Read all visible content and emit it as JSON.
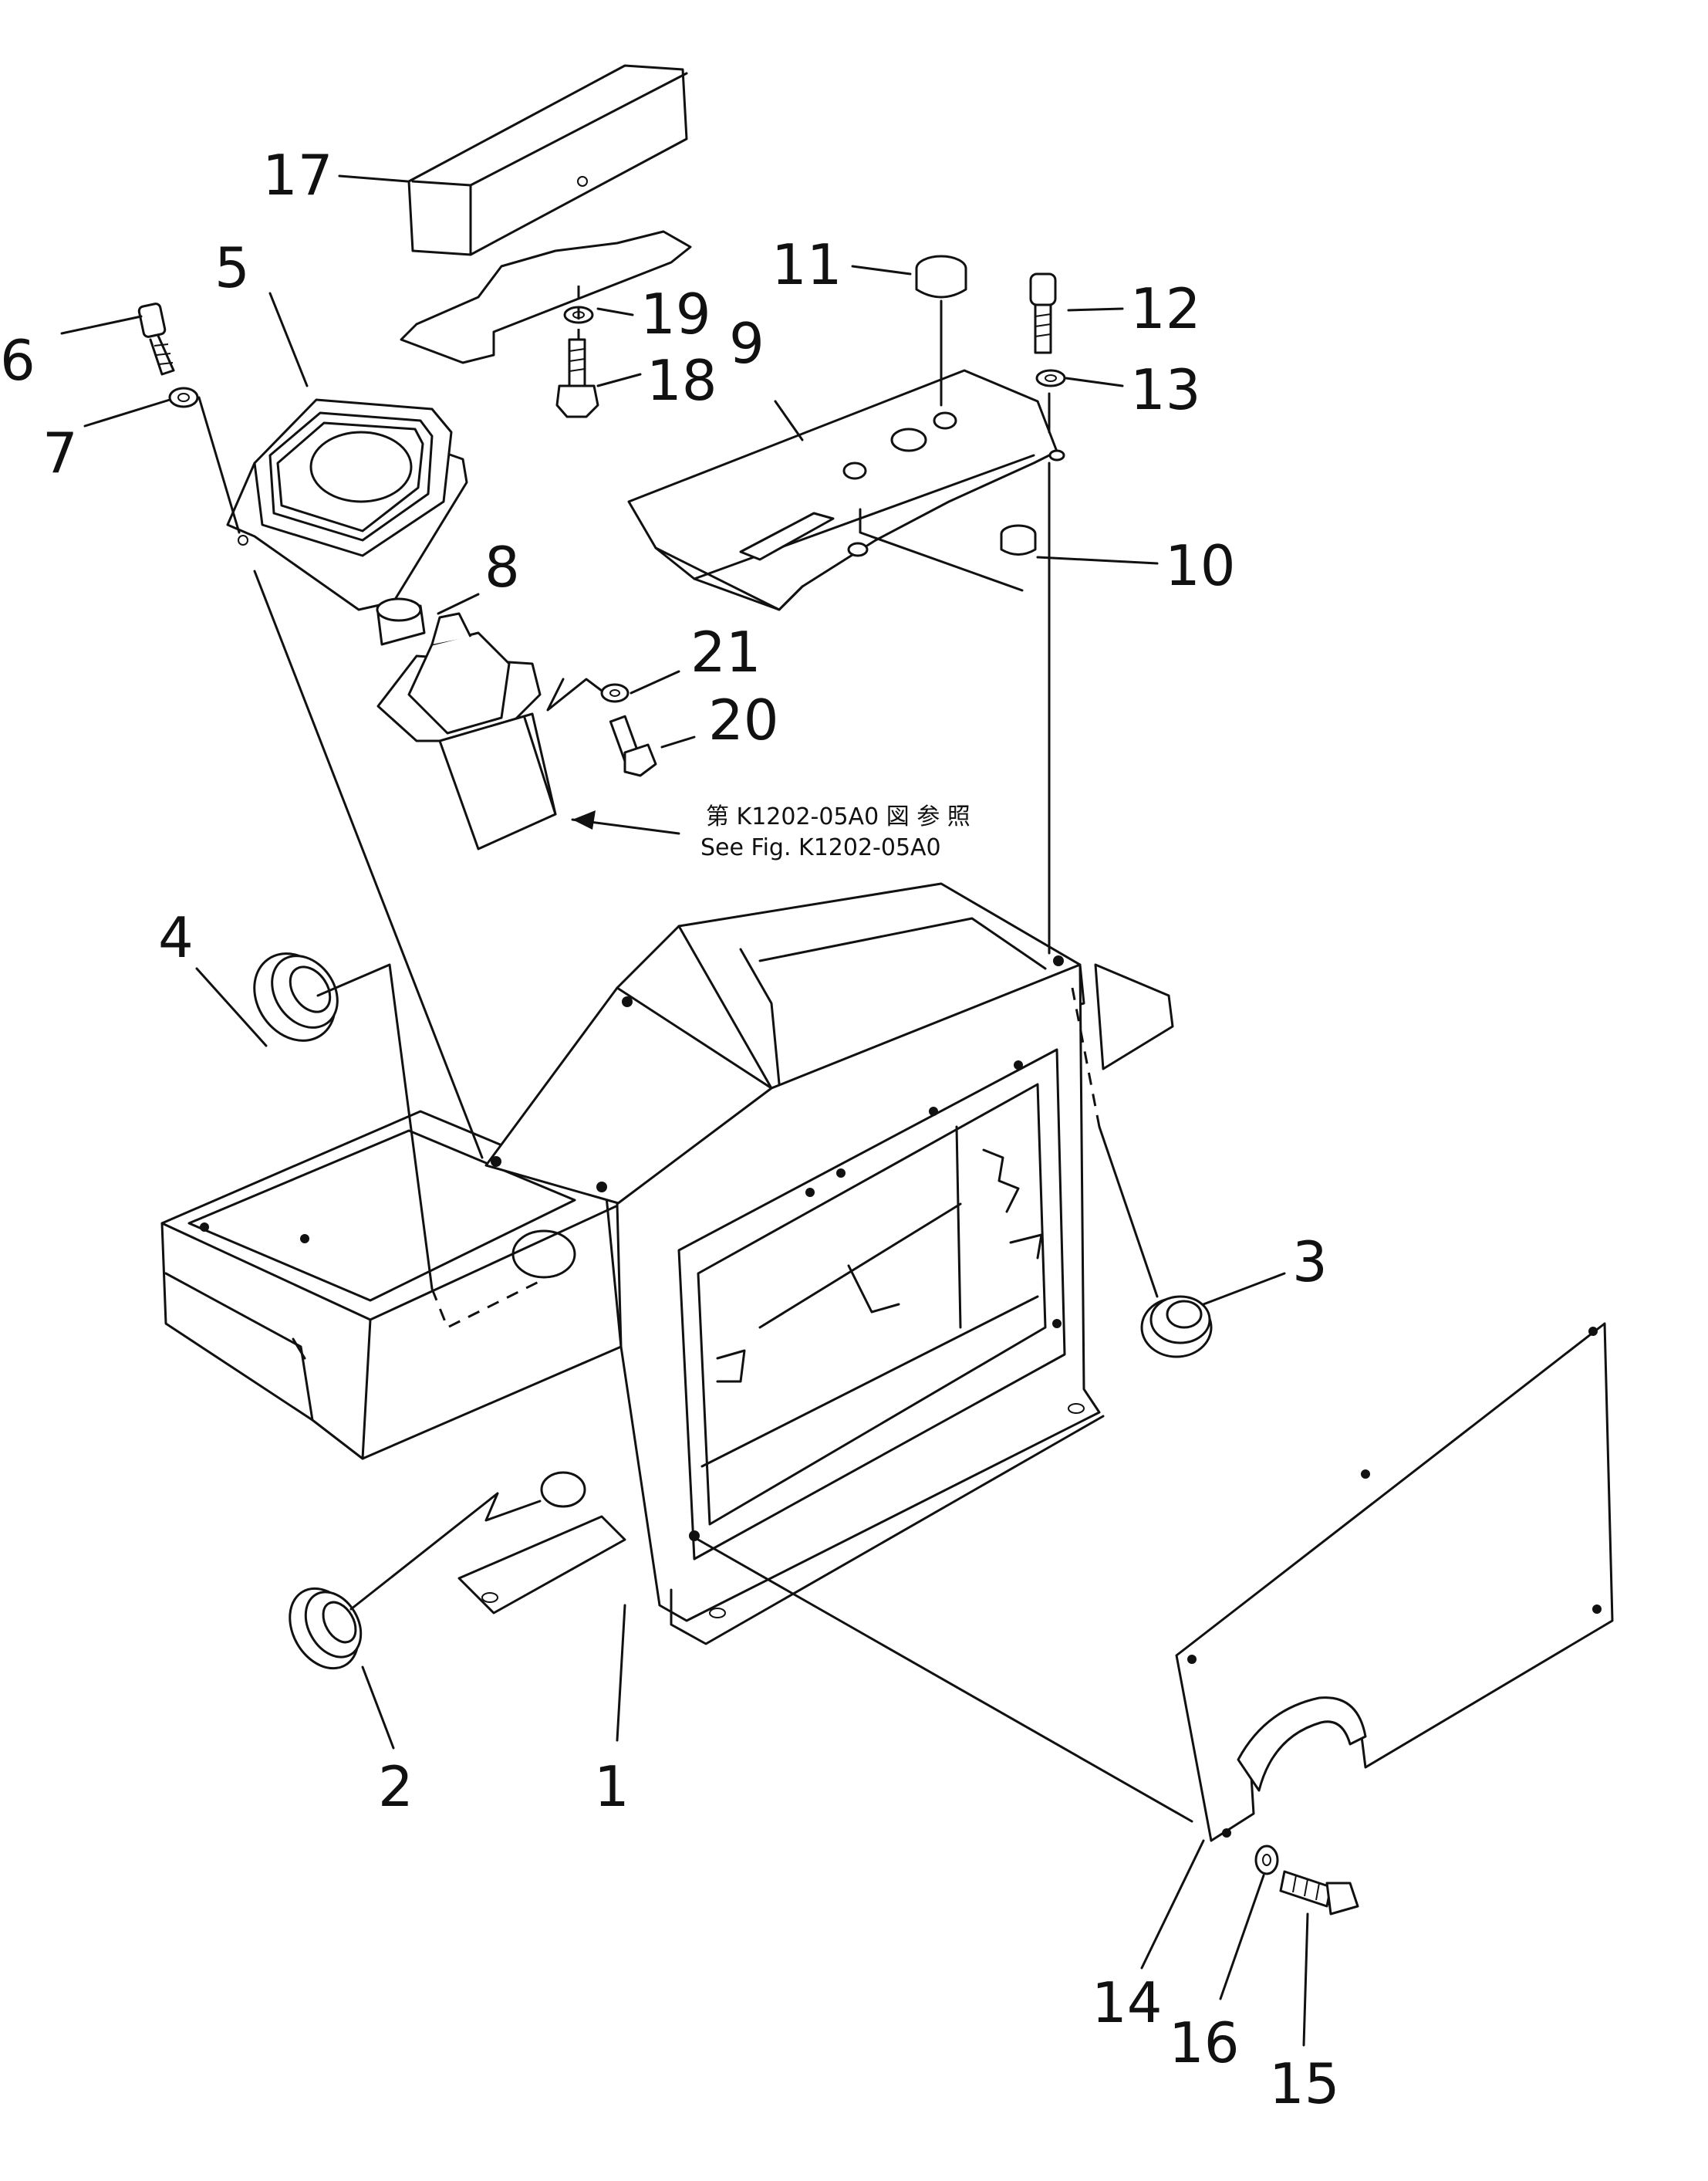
{
  "labels": {
    "p1": "1",
    "p2": "2",
    "p3": "3",
    "p4": "4",
    "p5": "5",
    "p6": "6",
    "p7": "7",
    "p8": "8",
    "p9": "9",
    "p10": "10",
    "p11": "11",
    "p12": "12",
    "p13": "13",
    "p14": "14",
    "p15": "15",
    "p16": "16",
    "p17": "17",
    "p18": "18",
    "p19": "19",
    "p20": "20",
    "p21": "21"
  },
  "reference": {
    "jp": "第 K1202-05A0 図 参 照",
    "en": "See Fig. K1202-05A0"
  }
}
